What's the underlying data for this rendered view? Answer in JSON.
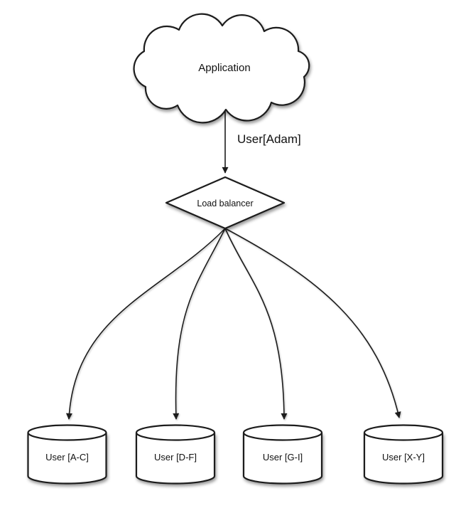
{
  "diagram": {
    "type": "sharding-architecture-diagram",
    "application": {
      "label": "Application"
    },
    "request_edge": {
      "label": "User[Adam]"
    },
    "load_balancer": {
      "label": "Load balancer"
    },
    "shards": [
      {
        "label": "User [A-C]"
      },
      {
        "label": "User [D-F]"
      },
      {
        "label": "User [G-I]"
      },
      {
        "label": "User [X-Y]"
      }
    ],
    "colors": {
      "stroke": "#1c1c1c",
      "fill": "#ffffff",
      "shadow": "rgba(0,0,0,0.40)",
      "background": "#ffffff"
    }
  }
}
